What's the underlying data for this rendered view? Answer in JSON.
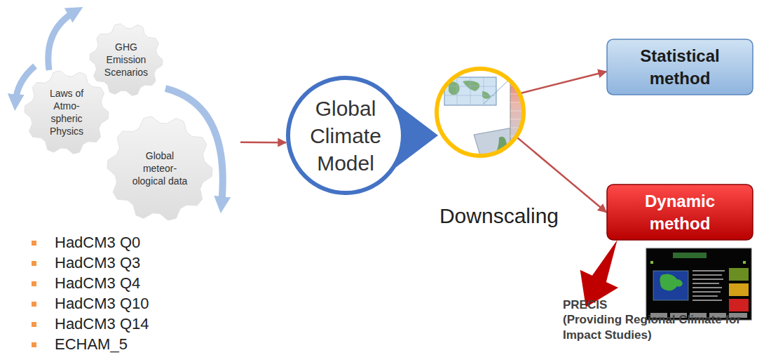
{
  "diagram": {
    "nodes": [
      {
        "text": [
          "GHG Emission Scenarios"
        ]
      },
      {
        "text": [
          "Laws of Atmo- spheric Physics"
        ]
      },
      {
        "text": [
          "Global meteor- ological data"
        ]
      },
      {
        "text": [
          "Global Climate Model"
        ]
      },
      {
        "text": [
          "Downscaling"
        ]
      },
      {
        "text": [
          "Statistical method"
        ]
      },
      {
        "text": [
          "Dynamic method"
        ]
      }
    ],
    "edges": [
      {
        "from": 2,
        "to": 3,
        "arrow": "to"
      },
      {
        "from": 4,
        "to": 5,
        "arrow": "to"
      },
      {
        "from": 4,
        "to": 6,
        "arrow": "to"
      }
    ],
    "labels": [
      "HadCM3 Q0",
      "HadCM3 Q3",
      "HadCM3 Q4",
      "HadCM3 Q10",
      "HadCM3 Q14",
      "ECHAM_5",
      "PRECIS",
      "(Providing Regional Climate for Impact Studies)"
    ]
  }
}
